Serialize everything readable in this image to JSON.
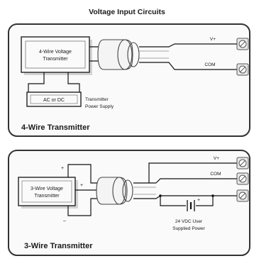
{
  "title": "Voltage Input Circuits",
  "four_wire": {
    "device": [
      "4-Wire Voltage",
      "Transmitter"
    ],
    "supply_box": "AC or DC",
    "supply_label": [
      "Transmitter",
      "Power Supply"
    ],
    "terminal_top": "V+",
    "terminal_bottom": "COM",
    "caption": "4-Wire Transmitter"
  },
  "three_wire": {
    "device": [
      "3-Wire Voltage",
      "Transmitter"
    ],
    "plus": "+",
    "minus": "–",
    "terminal_top": "V+",
    "terminal_bottom": "COM",
    "battery_plus": "+",
    "power_label": [
      "24 VDC User",
      "Supplied Power"
    ],
    "caption": "3-Wire Transmitter"
  }
}
